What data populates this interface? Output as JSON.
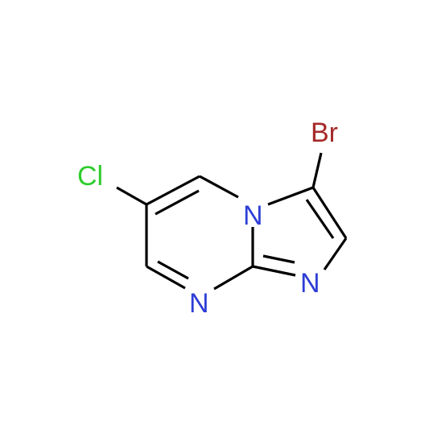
{
  "molecule": {
    "atoms": {
      "br": {
        "text": "Br",
        "color": "#a52a2a"
      },
      "cl": {
        "text": "Cl",
        "color": "#2ecc2e"
      },
      "n_bridge": {
        "text": "N",
        "color": "#2e3ed6"
      },
      "n_pyrimidine": {
        "text": "N",
        "color": "#2e3ed6"
      },
      "n_imidazole": {
        "text": "N",
        "color": "#2e3ed6"
      }
    }
  }
}
